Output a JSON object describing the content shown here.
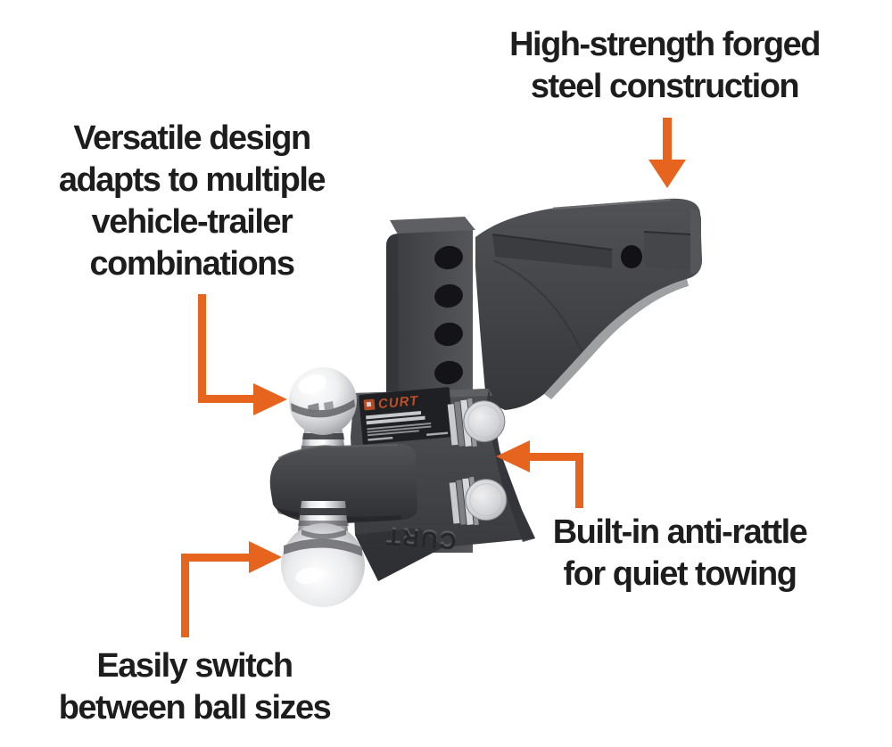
{
  "page": {
    "background": "#ffffff",
    "kind": "product-feature-infographic"
  },
  "style": {
    "accent_orange": "#e6641e",
    "callout_text_color": "#1d1d1d",
    "steel_dark": "#36373b",
    "steel_mid": "#46474b",
    "steel_light": "#56575b",
    "chrome_light": "#f2f2f3",
    "chrome_dark": "#8a8b8f",
    "hole_color": "#141417",
    "label_bg": "#1f2024",
    "curt_red": "#bf4e27"
  },
  "callouts": {
    "forged_steel": {
      "lines": [
        "High-strength forged",
        "steel construction"
      ]
    },
    "versatile_design": {
      "lines": [
        "Versatile design",
        "adapts to multiple",
        "vehicle-trailer",
        "combinations"
      ]
    },
    "anti_rattle": {
      "lines": [
        "Built-in anti-rattle",
        "for quiet towing"
      ]
    },
    "ball_sizes": {
      "lines": [
        "Easily switch",
        "between ball sizes"
      ]
    }
  },
  "product": {
    "description": "Adjustable dual-ball trailer hitch ball mount",
    "label_brand": "CURT",
    "embossed_brand": "CURT"
  }
}
